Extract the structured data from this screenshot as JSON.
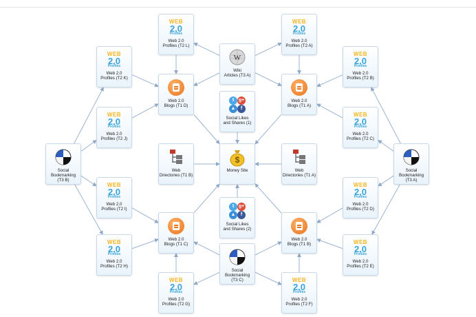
{
  "nodes": [
    {
      "id": "t2l",
      "kind": "web20",
      "label": "Web 2.0\nProfiles (T2 L)"
    },
    {
      "id": "wiki",
      "kind": "wiki",
      "label": "Wiki\nArticles (T3 A)"
    },
    {
      "id": "t2a",
      "kind": "web20",
      "label": "Web 2.0\nProfiles (T2 A)"
    },
    {
      "id": "t2k",
      "kind": "web20",
      "label": "Web 2.0\nProfiles (T2 K)"
    },
    {
      "id": "t1d",
      "kind": "blog",
      "label": "Web 2.0\nBlogs (T1 D)"
    },
    {
      "id": "likes1",
      "kind": "social",
      "label": "Social Likes\nand Shares (1)"
    },
    {
      "id": "t1a",
      "kind": "blog",
      "label": "Web 2.0\nBlogs (T1 A)"
    },
    {
      "id": "t2b",
      "kind": "web20",
      "label": "Web 2.0\nProfiles (T2 B)"
    },
    {
      "id": "t2j",
      "kind": "web20",
      "label": "Web 2.0\nProfiles (T2 J)"
    },
    {
      "id": "t2c",
      "kind": "web20",
      "label": "Web 2.0\nProfiles (T2 C)"
    },
    {
      "id": "t3b",
      "kind": "bookmark",
      "label": "Social\nBookmarking\n(T3 B)"
    },
    {
      "id": "dirb",
      "kind": "directory",
      "label": "Web\nDirectories (T1 B)"
    },
    {
      "id": "money",
      "kind": "money",
      "label": "Money Site"
    },
    {
      "id": "dira",
      "kind": "directory",
      "label": "Web\nDirectories (T1 A)"
    },
    {
      "id": "t3a",
      "kind": "bookmark",
      "label": "Social\nBookmarking\n(T3 A)"
    },
    {
      "id": "t2i",
      "kind": "web20",
      "label": "Web 2.0\nProfiles (T2 I)"
    },
    {
      "id": "t2d",
      "kind": "web20",
      "label": "Web 2.0\nProfiles (T2 D)"
    },
    {
      "id": "likes2",
      "kind": "social",
      "label": "Social Likes\nand Shares (2)"
    },
    {
      "id": "t1c",
      "kind": "blog",
      "label": "Web 2.0\nBlogs (T1 C)"
    },
    {
      "id": "t1b",
      "kind": "blog",
      "label": "Web 2.0\nBlogs (T1 B)"
    },
    {
      "id": "t2h",
      "kind": "web20",
      "label": "Web 2.0\nProfiles (T2 H)"
    },
    {
      "id": "t2e",
      "kind": "web20",
      "label": "Web 2.0\nProfiles (T2 E)"
    },
    {
      "id": "t3c",
      "kind": "bookmark",
      "label": "Social\nBookmarking\n(T3 C)"
    },
    {
      "id": "t2g",
      "kind": "web20",
      "label": "Web 2.0\nProfiles (T2 G)"
    },
    {
      "id": "t2f",
      "kind": "web20",
      "label": "Web 2.0\nProfiles (T2 F)"
    }
  ],
  "edges": [
    [
      "t2l",
      "t1d"
    ],
    [
      "t2k",
      "t1d"
    ],
    [
      "t2j",
      "t1d"
    ],
    [
      "wiki",
      "t1d"
    ],
    [
      "t2a",
      "t1a"
    ],
    [
      "t2b",
      "t1a"
    ],
    [
      "t2c",
      "t1a"
    ],
    [
      "wiki",
      "t1a"
    ],
    [
      "wiki",
      "t2l"
    ],
    [
      "wiki",
      "t2a"
    ],
    [
      "t3b",
      "t2k"
    ],
    [
      "t3b",
      "t2j"
    ],
    [
      "t3b",
      "t2i"
    ],
    [
      "t3b",
      "t2h"
    ],
    [
      "t3a",
      "t2b"
    ],
    [
      "t3a",
      "t2c"
    ],
    [
      "t3a",
      "t2d"
    ],
    [
      "t3a",
      "t2e"
    ],
    [
      "t2i",
      "t1c"
    ],
    [
      "t2h",
      "t1c"
    ],
    [
      "t2g",
      "t1c"
    ],
    [
      "t2d",
      "t1b"
    ],
    [
      "t2e",
      "t1b"
    ],
    [
      "t2f",
      "t1b"
    ],
    [
      "t3c",
      "t1c"
    ],
    [
      "t3c",
      "t1b"
    ],
    [
      "t3c",
      "t2g"
    ],
    [
      "t3c",
      "t2f"
    ],
    [
      "t1d",
      "money"
    ],
    [
      "t1a",
      "money"
    ],
    [
      "t1c",
      "money"
    ],
    [
      "t1b",
      "money"
    ],
    [
      "dirb",
      "money"
    ],
    [
      "dira",
      "money"
    ],
    [
      "likes1",
      "money"
    ],
    [
      "likes2",
      "money"
    ]
  ],
  "web20_icon": {
    "word": "WEB",
    "number": "2.0",
    "sub": "Profiles"
  },
  "wiki_icon": {
    "glyph": "W"
  },
  "social_icon": {
    "twitter": "t",
    "google": "g+",
    "facebook": "f",
    "like": "👍"
  },
  "money_icon": {
    "glyph": "$"
  },
  "colors": {
    "edge": "#9ab3cf",
    "arrow": "#8fa9c8",
    "node_border": "#c7d8ea"
  }
}
